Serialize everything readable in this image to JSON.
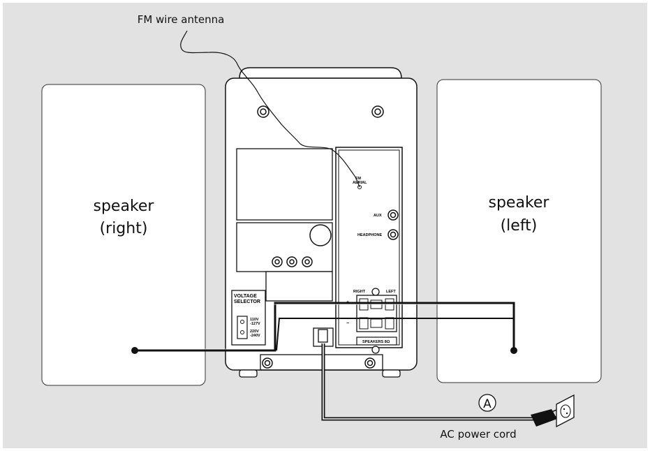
{
  "labels": {
    "fm_antenna": "FM wire antenna",
    "speaker_right_line1": "speaker",
    "speaker_right_line2": "(right)",
    "speaker_left_line1": "speaker",
    "speaker_left_line2": "(left)",
    "ac_power_cord": "AC power cord",
    "marker_a": "A"
  },
  "panel_text": {
    "fm_aerial_1": "FM",
    "fm_aerial_2": "AERIAL",
    "aux": "AUX",
    "headphone": "HEADPHONE",
    "right": "RIGHT",
    "left": "LEFT",
    "plus": "+",
    "minus": "−",
    "speakers_ohm": "SPEAKERS 8Ω",
    "voltage_1": "VOLTAGE",
    "voltage_2": "SELECTOR",
    "v110": "110V",
    "v127": "-127V",
    "v220": "220V",
    "v240": "-240V"
  },
  "colors": {
    "background": "#e2e2e2",
    "box": "#ffffff",
    "line": "#111111"
  }
}
